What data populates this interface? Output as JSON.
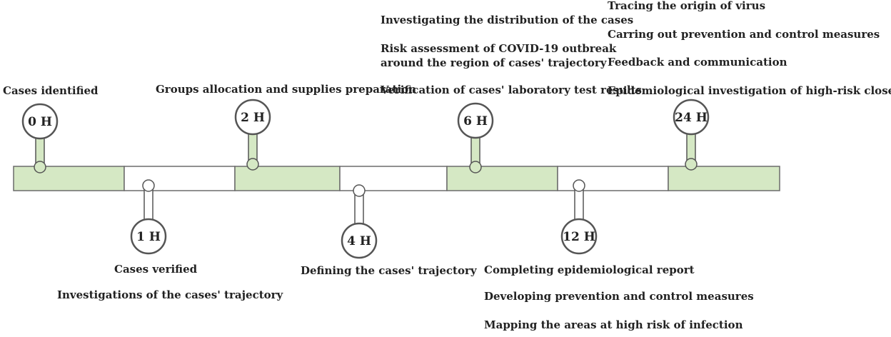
{
  "timeline": {
    "markers": [
      "0 H",
      "1 H",
      "2 H",
      "4 H",
      "6 H",
      "12 H",
      "24 H"
    ],
    "colors": {
      "fill": "#d5e8c4",
      "stroke": "#6b6b6b",
      "text": "#222222"
    }
  },
  "labels": {
    "h0": [
      "Cases identified"
    ],
    "h1": [
      "Cases  verified",
      "Investigations of the cases' trajectory"
    ],
    "h2": [
      "Groups allocation and supplies preparation"
    ],
    "h4": [
      "Defining the cases' trajectory"
    ],
    "h6": [
      "Investigating the distribution of the cases",
      "Risk assessment of COVID-19 outbreak",
      "around the region of cases' trajectory",
      "Verification of cases' laboratory test results"
    ],
    "h12": [
      "Completing epidemiological report",
      "Developing  prevention and control measures",
      "Mapping the areas at high risk of infection"
    ],
    "h24": [
      "Tracing the origin of virus",
      "Carring out prevention and control measures",
      "Feedback and communication",
      "Epidemiological investigation of high-risk close contacts"
    ]
  }
}
